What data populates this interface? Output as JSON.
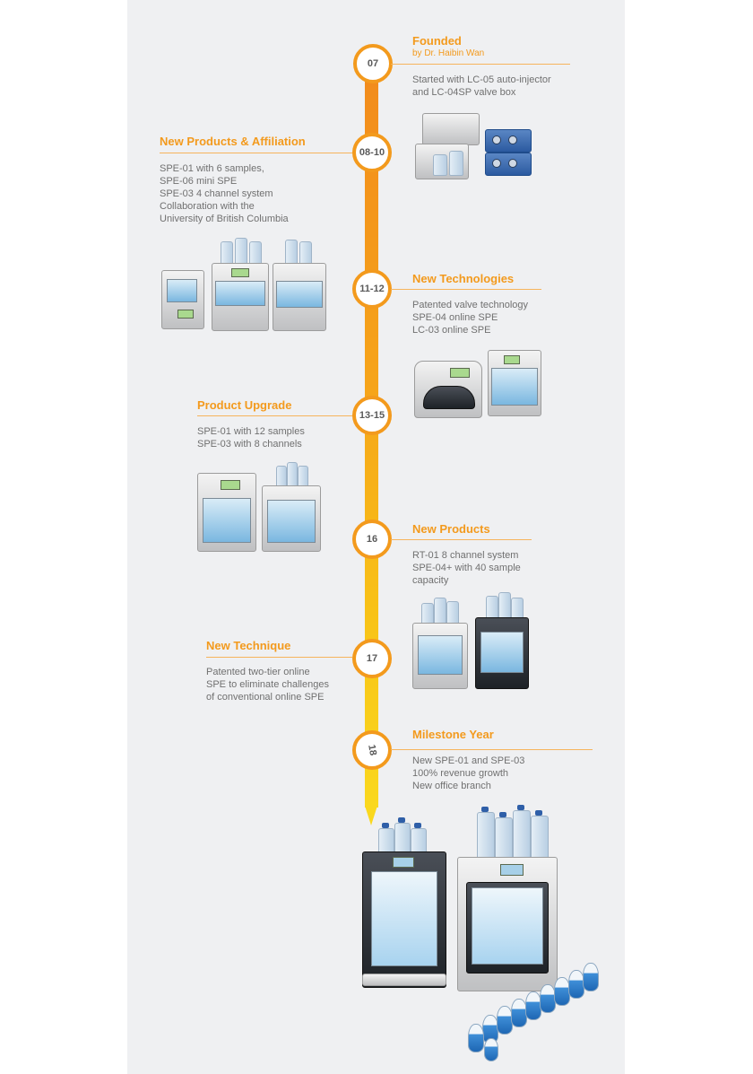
{
  "colors": {
    "accent": "#f39a1d",
    "text": "#707070",
    "bar_top": "#f28a1c",
    "bar_bottom": "#fad81e"
  },
  "timeline": [
    {
      "node": "07",
      "title": "Founded",
      "subtitle": "by Dr. Haibin Wan",
      "lines": [
        "Started with LC-05 auto-injector",
        "and LC-04SP valve box"
      ]
    },
    {
      "node": "08-10",
      "title": "New Products & Affiliation",
      "lines": [
        "SPE-01 with 6 samples,",
        "SPE-06 mini SPE",
        "SPE-03 4 channel system",
        "Collaboration with the",
        "University of British Columbia"
      ]
    },
    {
      "node": "11-12",
      "title": "New Technologies",
      "lines": [
        "Patented valve technology",
        "SPE-04 online SPE",
        "LC-03 online SPE"
      ]
    },
    {
      "node": "13-15",
      "title": "Product Upgrade",
      "lines": [
        "SPE-01 with 12 samples",
        "SPE-03 with 8 channels"
      ]
    },
    {
      "node": "16",
      "title": "New Products",
      "lines": [
        "RT-01 8 channel system",
        "SPE-04+ with 40 sample",
        "capacity"
      ]
    },
    {
      "node": "17",
      "title": "New Technique",
      "lines": [
        "Patented two-tier online",
        "SPE to eliminate challenges",
        "of conventional online SPE"
      ]
    },
    {
      "node": "18",
      "title": "Milestone Year",
      "lines": [
        "New SPE-01 and SPE-03",
        "100% revenue growth",
        "New office branch"
      ]
    }
  ],
  "icons": {
    "lc05": "lc05-autoinjector-image",
    "valvebox": "lc04sp-valve-box-image",
    "gen2": "spe-instruments-image",
    "gen3": "spe04-lc03-instruments-image",
    "gen4": "spe01-spe03-upgrade-image",
    "gen5": "rt01-spe04plus-image",
    "gen6": "new-spe01-spe03-image"
  }
}
